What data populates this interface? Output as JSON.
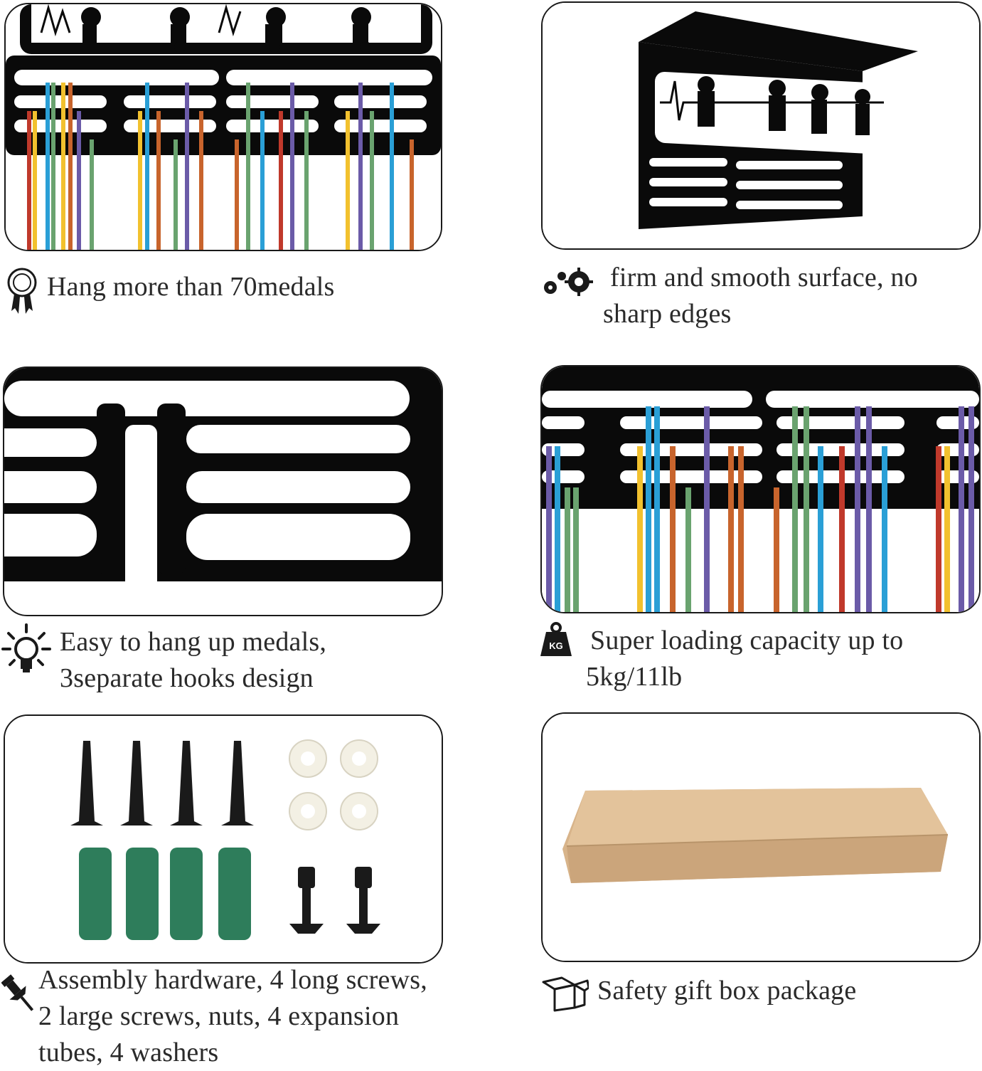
{
  "features": [
    {
      "icon": "medal-ribbon-icon",
      "lines": [
        "Hang more than 70medals"
      ]
    },
    {
      "icon": "gears-icon",
      "lines": [
        "firm and smooth surface, no",
        "sharp edges"
      ]
    },
    {
      "icon": "lightbulb-icon",
      "lines": [
        "Easy to hang up medals,",
        "3separate hooks design"
      ]
    },
    {
      "icon": "weight-kg-icon",
      "icon_text": "KG",
      "lines": [
        "Super loading capacity  up to",
        "5kg/11lb"
      ]
    },
    {
      "icon": "pushpin-icon",
      "lines": [
        "Assembly  hardware, 4  long  screws,",
        "2  large  screws, nuts, 4  expansion",
        "tubes,  4  washers"
      ]
    },
    {
      "icon": "open-box-icon",
      "lines": [
        "Safety gift box package"
      ]
    }
  ],
  "colors": {
    "rack": "#0a0a0a",
    "ribbon_red": "#c0392b",
    "ribbon_yellow": "#f2c12e",
    "ribbon_blue": "#2a9fd6",
    "ribbon_green": "#6aa36f",
    "ribbon_purple": "#6b5ba8",
    "ribbon_orange": "#c8642c",
    "anchor_green": "#2e7d5b",
    "washer": "#f3f0e4",
    "box": "#d8b48a"
  }
}
